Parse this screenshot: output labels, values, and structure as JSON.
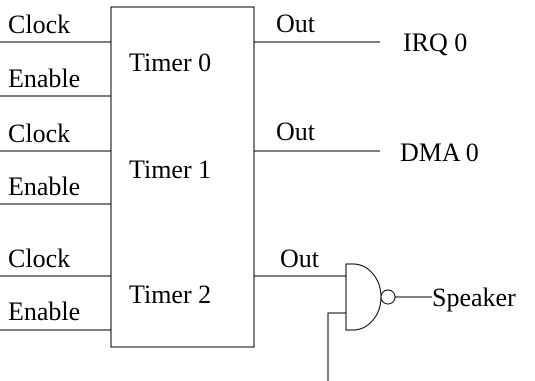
{
  "timers": [
    {
      "name": "Timer 0",
      "clock": "Clock",
      "enable": "Enable",
      "out": "Out",
      "dest": "IRQ 0"
    },
    {
      "name": "Timer 1",
      "clock": "Clock",
      "enable": "Enable",
      "out": "Out",
      "dest": "DMA 0"
    },
    {
      "name": "Timer 2",
      "clock": "Clock",
      "enable": "Enable",
      "out": "Out",
      "dest": "Speaker"
    }
  ]
}
